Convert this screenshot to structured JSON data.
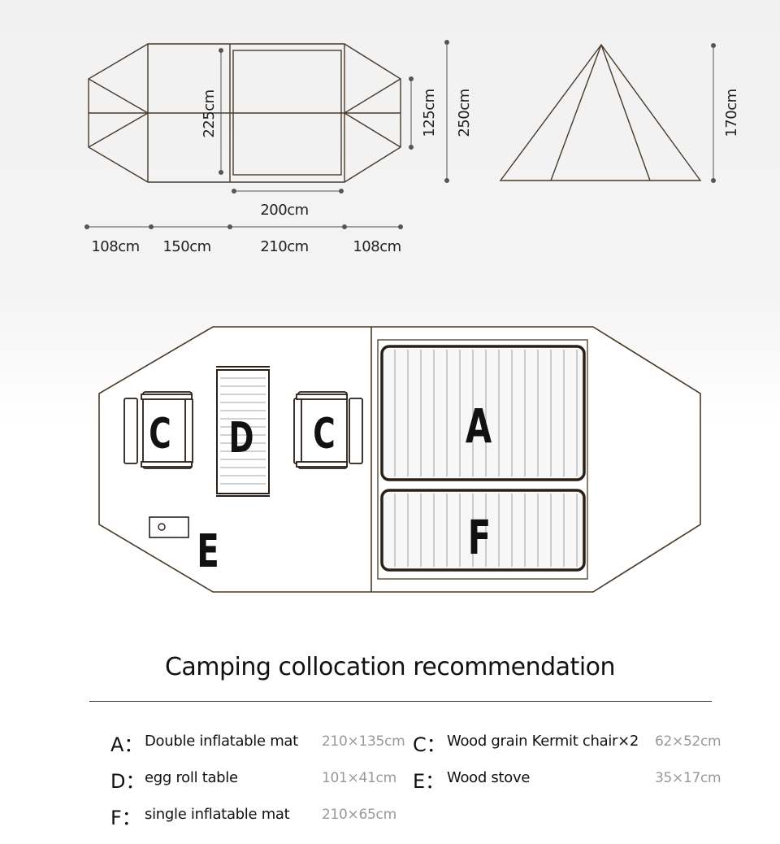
{
  "dimensions": {
    "seg1": "108cm",
    "seg2": "150cm",
    "seg3": "210cm",
    "seg4": "108cm",
    "inner_width": "200cm",
    "inner_height": "225cm",
    "door_height": "125cm",
    "total_width": "250cm",
    "tent_height": "170cm"
  },
  "layout_labels": {
    "chair_left": "C",
    "table": "D",
    "chair_right": "C",
    "double_mat": "A",
    "single_mat": "F",
    "stove": "E"
  },
  "section_title": "Camping collocation recommendation",
  "legend": {
    "a": {
      "letter": "A：",
      "desc": "Double inflatable mat",
      "size": "210×135cm"
    },
    "c": {
      "letter": "C：",
      "desc": "Wood grain Kermit chair×2",
      "size": "62×52cm"
    },
    "d": {
      "letter": "D：",
      "desc": "egg roll table",
      "size": "101×41cm"
    },
    "e": {
      "letter": "E：",
      "desc": "Wood stove",
      "size": "35×17cm"
    },
    "f": {
      "letter": "F：",
      "desc": "single inflatable mat",
      "size": "210×65cm"
    }
  },
  "colors": {
    "outline": "#4a3a2a",
    "mat_border": "#2a1f17",
    "text": "#111111",
    "muted_text": "#999999"
  }
}
